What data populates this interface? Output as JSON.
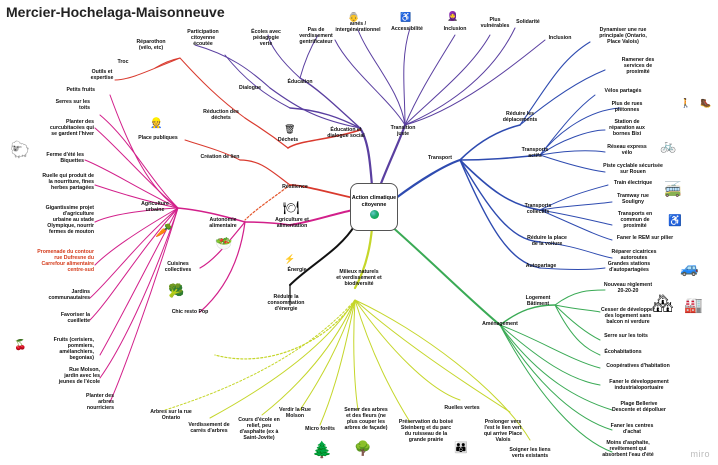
{
  "title": "Mercier-Hochelaga-Maisonneuve",
  "center": "Action\nclimatique\ncitoyenne",
  "watermark": "miro",
  "colors": {
    "social": "#5a3fa0",
    "transport": "#2e4bb0",
    "agriculture": "#d21f8a",
    "education_red": "#d93a2e",
    "milieux": "#c5d62a",
    "amenagement": "#3aaa55",
    "energie": "#111111"
  },
  "labels": {
    "education_dialogue": "Éducation et\ndialogue social",
    "transition_juste": "Transition\njuste",
    "transport": "Transport",
    "agriculture_alimentation": "Agriculture et\nalimentation",
    "resilience": "Résilience",
    "energie": "Énergie",
    "milieux": "Milieux naturels\net verdissement et\nbiodiversité",
    "amenagement": "Aménagement",
    "ecoles": "Écoles avec\npédagogie\nverte",
    "pas_verdissement": "Pas de\nverdissement\ngentrificateur",
    "intergen": "aînés /\nintergénérationnel",
    "accessibilite": "Accessibilité",
    "inclusion1": "Inclusion",
    "vulnerables": "Plus\nvulnérables",
    "solidarite": "Solidarité",
    "inclusion2": "Inclusion",
    "participation": "Participation\ncitoyenne\nécoutée",
    "education": "Éducation",
    "dialogue": "Dialogue",
    "reparothon": "Réparothon\n(vélo, etc)",
    "troc": "Troc",
    "outils": "Outils et\nexpertise",
    "reduction_dechets": "Réduction des\ndéchets",
    "dechets": "Déchets",
    "place_publiques": "Place publiques",
    "creation_lien": "Création de lien",
    "petits_fruits": "Petits fruits",
    "serres_toits": "Serres sur les\ntoits",
    "planter_curcubitacees": "Planter des\ncurcubitacées qui\nse gardent l'hiver",
    "ferme_biquettes": "Ferme d'été les\nBiquettes",
    "ruelle_nourriture": "Ruelle qui produit de\nla nourriture, fines\nherbes partagées",
    "gigantissime": "Gigantissime projet\nd'agriculture\nurbaine au stade\nOlympique, nourrir\nfermes de mouton",
    "promenade": "Promenade du contour\nrue Dufresne du\nCarrefour alimentaire\ncentre-sud",
    "jardins_communautaires": "Jardins\ncommunautaires",
    "favoriser_cueillette": "Favoriser la\ncueillette",
    "fruits": "Fruits (cerisiers,\npommiers,\namélanchiers,\nbegonias)",
    "rue_molson": "Rue Molson,\njardin avec les\njeunes de l'école",
    "planter_arbres": "Planter des\narbres\nnourriciers",
    "agriculture_urbaine": "Agriculture\nurbaine",
    "autonomie": "Autonomie\nalimentaire",
    "cuisines": "Cuisines\ncollectives",
    "chic_resto": "Chic resto Pop",
    "reduire_conso": "Réduire la\nconsommation\nd'énergie",
    "dynamiser_rue": "Dynamiser une rue\nprincipale (Ontario,\nPlace Valois)",
    "ramener_services": "Ramener des\nservices de\nproximité",
    "reduire_deplacements": "Réduire les\ndéplacements",
    "velos_partages": "Vélos partagés",
    "plus_rues_pietonnes": "Plus de rues\npiétonnes",
    "station_reparation": "Station de\nréparation aux\nbornes Bixi",
    "transports_actifs": "Transports\nactifs",
    "reseau_express": "Réseau express\nvélo",
    "piste_cyclable": "Piste cyclable sécurisée\nsur Rouen",
    "train_electrique": "Train électrique",
    "tramway": "Tramway rue\nSouligny",
    "transports_commun": "Transports en\ncommun de\nproximité",
    "transports_collectifs": "Transports\ncollectifs",
    "faner_rem": "Faner le REM sur pilier",
    "reduire_place_voiture": "Réduire la place\nde la voiture",
    "reparer_cicatrices": "Réparer cicatrices\nautoroutes",
    "autopartage": "Autopartage",
    "grandes_stations": "Grandes stations\nd'autopartagées",
    "logement_batiment": "Logement\nBâtiment",
    "nouveau_reglement": "Nouveau règlement\n20-20-20",
    "cesser_developper": "Cesser de développer\ndes logement sans\nbalcon ni verdure",
    "serre_toits": "Serre sur les toits",
    "ecohabitations": "Écohabitations",
    "cooperatives": "Coopératives d'habitation",
    "faner_developpement": "Faner le développement\nindustrialoportuaire",
    "plage_bellerive": "Plage Bellerive\nDescente et dépolluer",
    "faner_centres": "Faner les centres\nd'achat",
    "moins_asphalte": "Moins d'asphalte,\nrevêtement qui\nabsorbent l'eau d'été",
    "soigner_liens": "Soigner les liens\nverts existants",
    "arbres_ontario": "Arbres sur la rue\nOntario",
    "verdissement_carres": "Verdissement de\ncarrés d'arbres",
    "cours_ecole": "Cours d'école en\nrelief, peu\nd'asphalte (ex à\nSaint-Jovite)",
    "verdir_molson": "Verdir la Rue\nMolson",
    "micro_forets": "Micro forêts",
    "semer_arbres": "Semer des arbres\net des fleurs (ne\nplus couper les\narbres de façade)",
    "preservation_boise": "Préservation du boisé\nSteinberg et du parc\ndu ruisseau de la\ngrande prairie",
    "ruelles_vertes": "Ruelles vertes",
    "prolonger_vers": "Prolonger vers\nl'est le lien vert\nqui arrive Place\nValois"
  },
  "icons": {
    "social_people": "people-icon",
    "wheelchair": "wheelchair-icon",
    "hijab_person": "person-icon",
    "walker": "walking-person-icon",
    "boots": "hiking-boots-icon",
    "bicycle": "bicycle-icon",
    "bus": "trolleybus-icon",
    "wheelchair_symbol": "accessibility-symbol-icon",
    "car": "car-icon",
    "buildings": "buildings-icon",
    "factory": "factory-icon",
    "sheep": "sheep-icon",
    "vegetables": "vegetables-icon",
    "salad": "salad-bowl-icon",
    "plate": "plate-icon",
    "bolt": "lightning-icon",
    "trash": "trash-can-icon",
    "cherries": "cherries-icon",
    "tree": "tree-icon",
    "broccoli": "broccoli-icon",
    "family": "family-icon",
    "globe": "globe-icon",
    "worker": "worker-icon"
  }
}
